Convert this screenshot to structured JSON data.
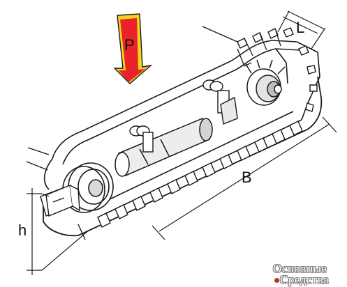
{
  "diagram": {
    "labels": {
      "force": "P",
      "length": "B",
      "width": "L",
      "height": "h"
    },
    "colors": {
      "arrow_fill": "#e8242a",
      "arrow_edge": "#f5d21c",
      "line": "#1a1a1a"
    }
  },
  "watermark": {
    "line1": "Основные",
    "line2": "Средства"
  }
}
